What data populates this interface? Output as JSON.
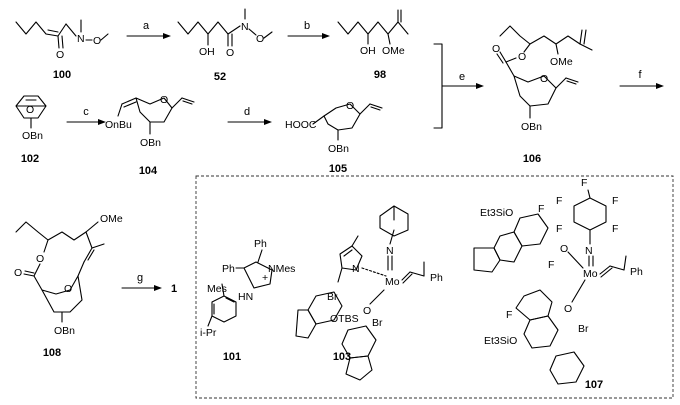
{
  "reagent_labels": [
    "a",
    "b",
    "c",
    "d",
    "e",
    "f",
    "g"
  ],
  "compounds": {
    "c100": "100",
    "c52": "52",
    "c98": "98",
    "c102": "102",
    "c104": "104",
    "c105": "105",
    "c106": "106",
    "c108": "108",
    "c101": "101",
    "c103": "103",
    "c107": "107"
  },
  "product": "1",
  "atoms": {
    "N": "N",
    "O": "O",
    "OH": "OH",
    "OMe": "OMe",
    "OBn": "OBn",
    "OnBu": "OnBu",
    "HOOC": "HOOC",
    "Ph": "Ph",
    "Mes": "Mes",
    "NMes": "NMes",
    "HN": "HN",
    "iPr": "i-Pr",
    "Br": "Br",
    "OTBS": "OTBS",
    "Mo": "Mo",
    "F": "F",
    "Et3SiO": "Et3SiO",
    "plus": "+"
  }
}
